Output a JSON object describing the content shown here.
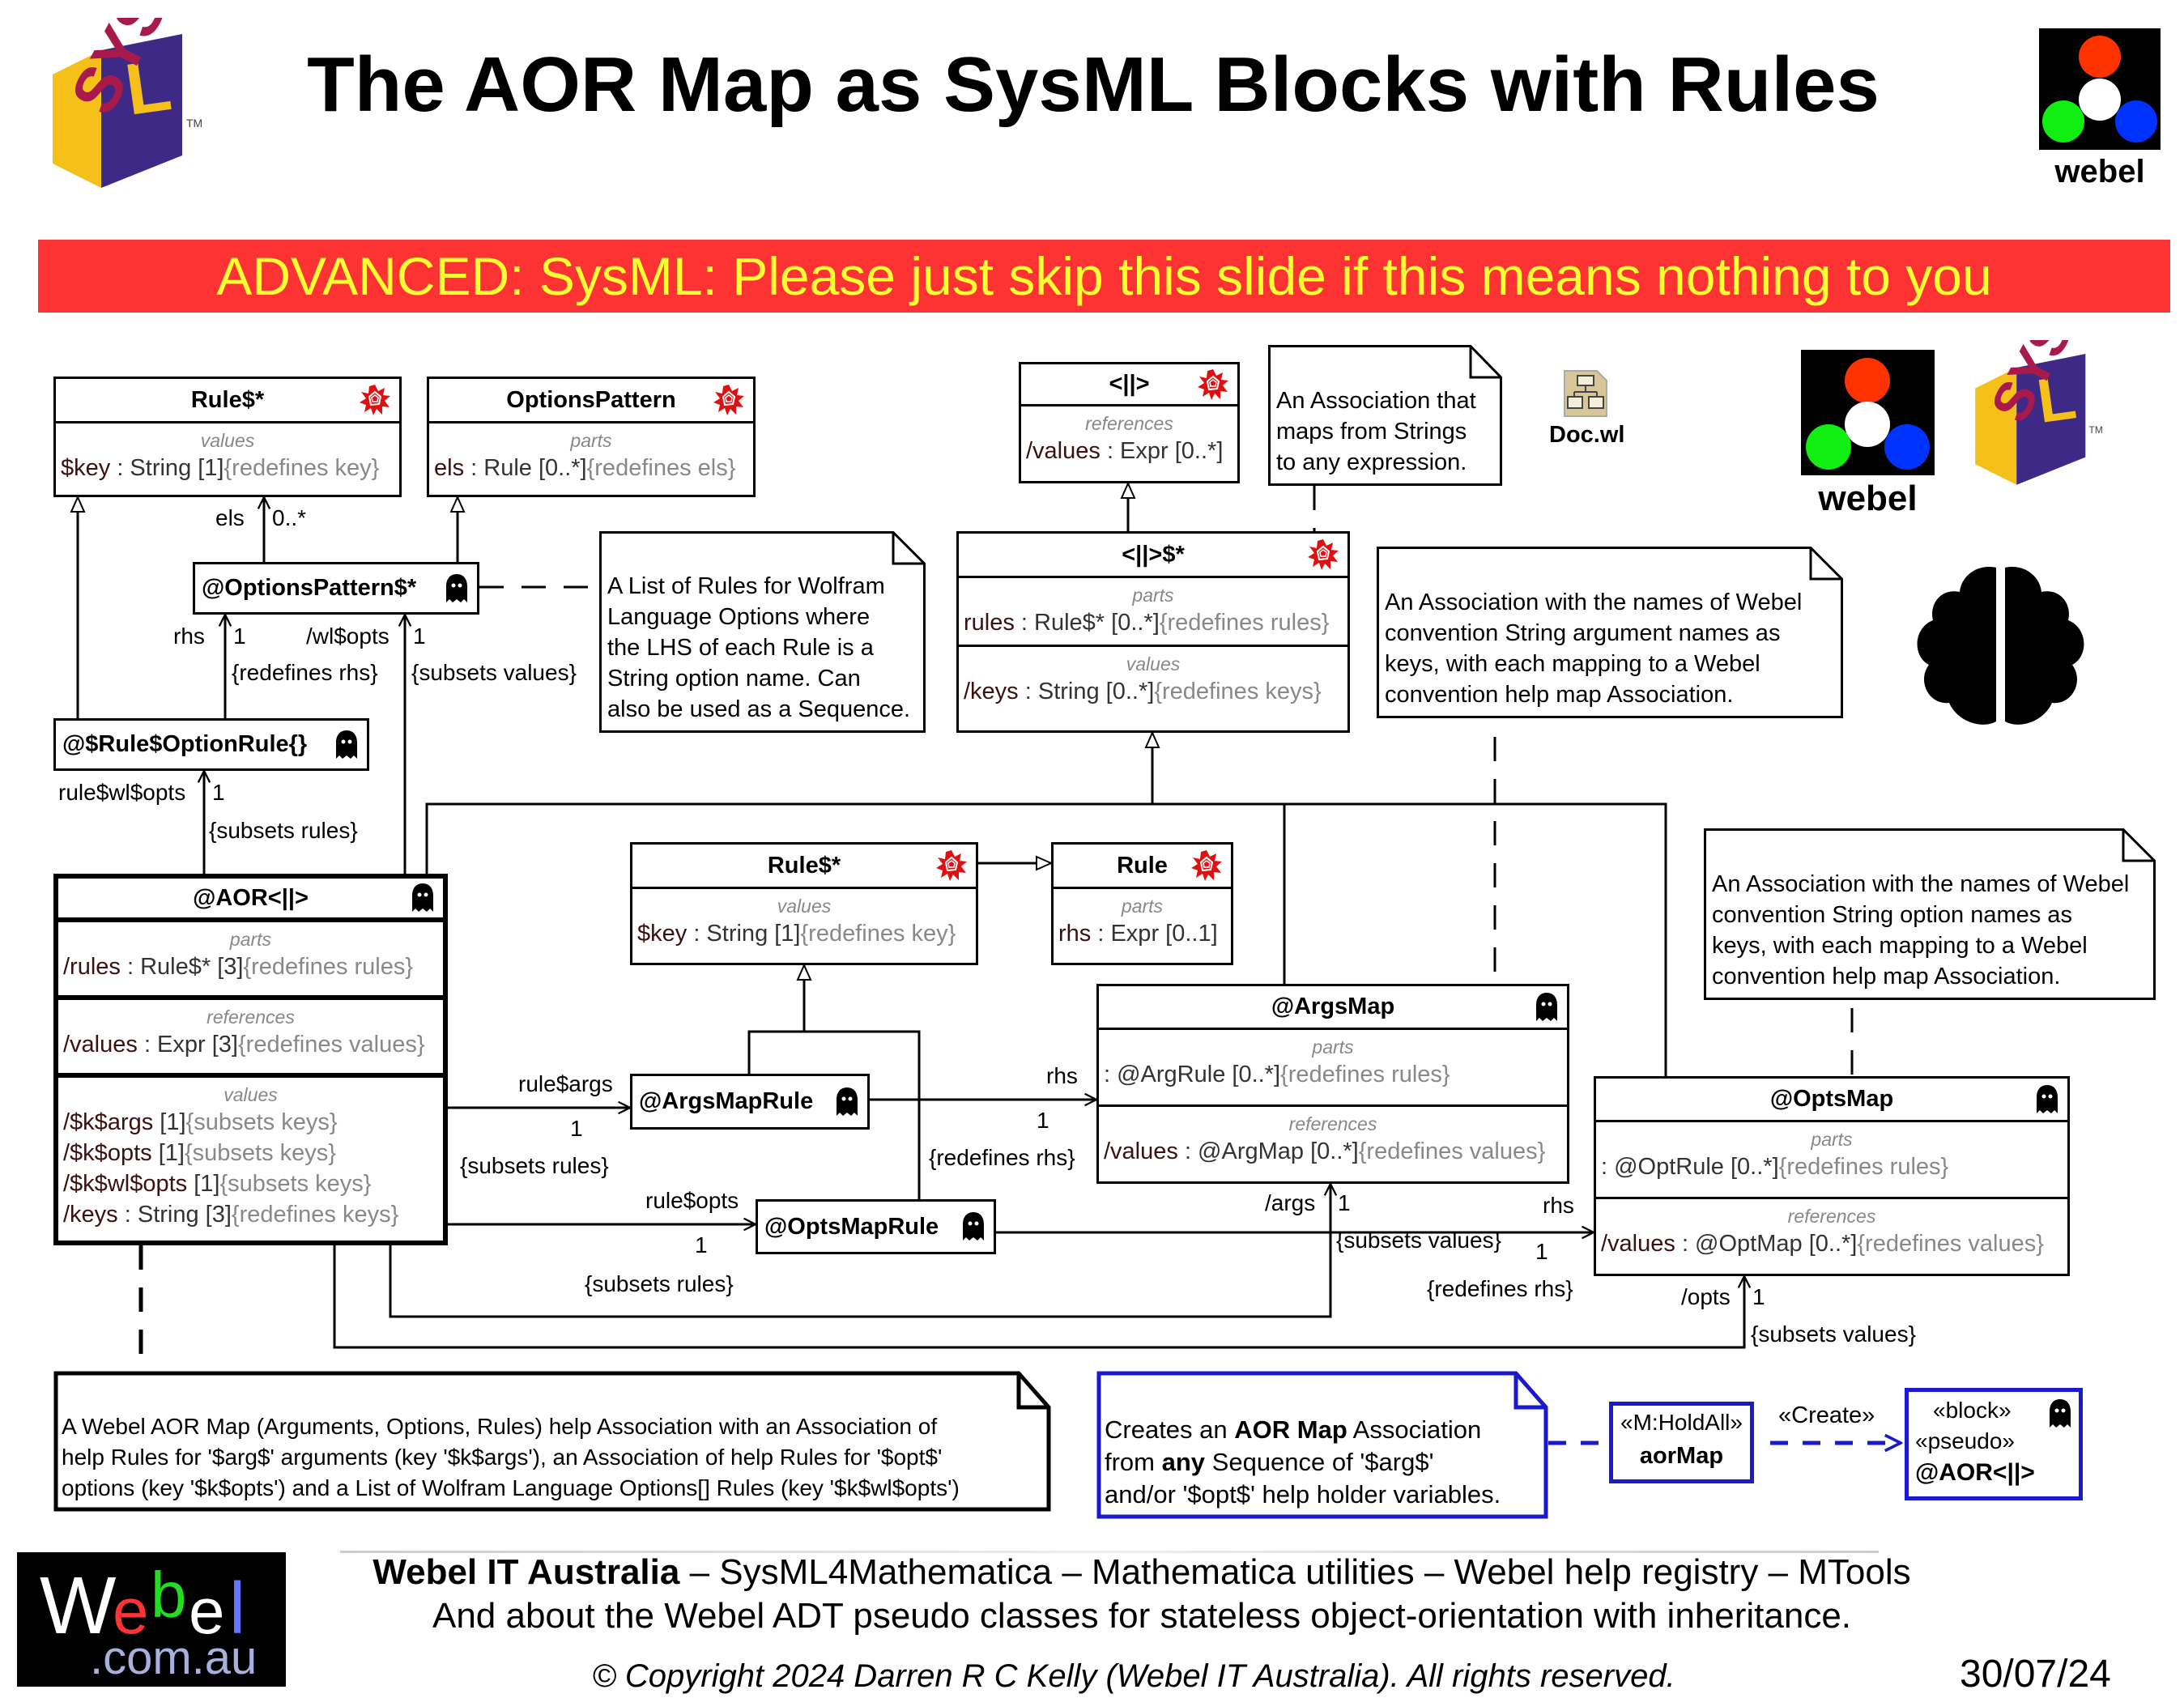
{
  "header": {
    "title": "The AOR Map as SysML Blocks with Rules",
    "banner": "ADVANCED: SysML: Please just skip this slide if this means nothing to you",
    "webel_logo_text": "webel",
    "colors": {
      "banner_bg": "#fd3333",
      "banner_text": "#ffff33",
      "note_blue": "#0000cc",
      "wolfram_red": "#dd1111"
    }
  },
  "icons": {
    "sysml_logo": "sysml-logo",
    "webel_logo": "webel-logo",
    "wolfram_icon": "wolfram-spikey-icon",
    "ghost_icon": "ghost-icon",
    "doc_icon": "diagram-doc-icon",
    "brain_icon": "brain-icon"
  },
  "doc": {
    "label": "Doc.wl"
  },
  "logo2": {
    "text": "webel"
  },
  "blocks": {
    "rule_top": {
      "name": "Rule$*",
      "compartments": [
        {
          "title": "values",
          "props": [
            {
              "name": "$key",
              "type": " : String [1]",
              "cons": "{redefines key}"
            }
          ]
        }
      ]
    },
    "options_pattern": {
      "name": "OptionsPattern",
      "compartments": [
        {
          "title": "parts",
          "props": [
            {
              "name": "els",
              "type": " : Rule [0..*]",
              "cons": "{redefines els}"
            }
          ]
        }
      ]
    },
    "at_options_pattern": {
      "name": "@OptionsPattern$*"
    },
    "rule_option_rule": {
      "name": "@$Rule$OptionRule{}"
    },
    "assoc": {
      "name": "<||>",
      "compartments": [
        {
          "title": "references",
          "props": [
            {
              "name": "/values",
              "type": " : Expr [0..*]",
              "cons": ""
            }
          ]
        }
      ]
    },
    "assoc_star": {
      "name": "<||>$*",
      "compartments": [
        {
          "title": "parts",
          "props": [
            {
              "name": "rules",
              "type": " : Rule$* [0..*]",
              "cons": "{redefines rules}"
            }
          ]
        },
        {
          "title": "values",
          "props": [
            {
              "name": "/keys",
              "type": " : String [0..*]",
              "cons": "{redefines keys}"
            }
          ]
        }
      ]
    },
    "aor": {
      "name": "@AOR<||>",
      "compartments": [
        {
          "title": "parts",
          "props": [
            {
              "name": "/rules",
              "type": " : Rule$* [3]",
              "cons": "{redefines rules}"
            }
          ]
        },
        {
          "title": "references",
          "props": [
            {
              "name": "/values",
              "type": " : Expr [3]",
              "cons": "{redefines values}"
            }
          ]
        },
        {
          "title": "values",
          "props": [
            {
              "name": "/$k$args",
              "type": " [1]",
              "cons": "{subsets keys}"
            },
            {
              "name": "/$k$opts",
              "type": " [1]",
              "cons": "{subsets keys}"
            },
            {
              "name": "/$k$wl$opts",
              "type": " [1]",
              "cons": "{subsets keys}"
            },
            {
              "name": "/keys",
              "type": " : String [3]",
              "cons": "{redefines keys}"
            }
          ]
        }
      ]
    },
    "rule_mid": {
      "name": "Rule$*",
      "compartments": [
        {
          "title": "values",
          "props": [
            {
              "name": "$key",
              "type": " : String [1]",
              "cons": "{redefines key}"
            }
          ]
        }
      ]
    },
    "rule_plain": {
      "name": "Rule",
      "compartments": [
        {
          "title": "parts",
          "props": [
            {
              "name": "rhs",
              "type": " : Expr [0..1]",
              "cons": ""
            }
          ]
        }
      ]
    },
    "args_map_rule": {
      "name": "@ArgsMapRule"
    },
    "opts_map_rule": {
      "name": "@OptsMapRule"
    },
    "args_map": {
      "name": "@ArgsMap",
      "compartments": [
        {
          "title": "parts",
          "props": [
            {
              "name": "",
              "type": " : @ArgRule [0..*]",
              "cons": "{redefines rules}"
            }
          ]
        },
        {
          "title": "references",
          "props": [
            {
              "name": "/values",
              "type": " : @ArgMap [0..*]",
              "cons": "{redefines values}"
            }
          ]
        }
      ]
    },
    "opts_map": {
      "name": "@OptsMap",
      "compartments": [
        {
          "title": "parts",
          "props": [
            {
              "name": "",
              "type": " : @OptRule [0..*]",
              "cons": "{redefines rules}"
            }
          ]
        },
        {
          "title": "references",
          "props": [
            {
              "name": "/values",
              "type": " : @OptMap [0..*]",
              "cons": "{redefines values}"
            }
          ]
        }
      ]
    },
    "aor_map_fn": {
      "stereotype": "«M:HoldAll»",
      "name": "aorMap"
    },
    "aor_pseudo": {
      "stereotypes": [
        "«block»",
        "«pseudo»"
      ],
      "name": "@AOR<||>"
    }
  },
  "notes": {
    "list_of_rules": [
      "A List of Rules for Wolfram",
      "Language Options where",
      "the LHS of each Rule is a",
      "String option name. Can",
      "also be used as a Sequence."
    ],
    "assoc_maps": [
      "An Association that",
      "maps from Strings",
      "to any expression."
    ],
    "args_assoc": [
      "An Association with the names of Webel",
      "convention String argument names as",
      "keys, with each mapping to a Webel",
      "convention help map Association."
    ],
    "opts_assoc": [
      "An Association with the names of Webel",
      "convention String option names as",
      "keys, with each mapping to a Webel",
      "convention help map Association."
    ],
    "aor_desc": [
      "A Webel AOR Map (Arguments, Options, Rules) help Association with an Association of",
      "help Rules for '$arg$' arguments (key '$k$args'), an Association of help Rules for '$opt$'",
      "options (key '$k$opts') and a List of Wolfram Language Options[] Rules (key '$k$wl$opts')"
    ],
    "creates": {
      "line1_pre": "Creates an ",
      "line1_bold": "AOR Map",
      "line1_post": " Association",
      "line2_pre": "from ",
      "line2_bold": "any",
      "line2_post": " Sequence of  '$arg$'",
      "line3": "and/or '$opt$' help holder variables."
    }
  },
  "labels": {
    "els": "els",
    "els_mult": "0..*",
    "rhs1": "rhs",
    "rhs1_mult": "1",
    "rhs1_cons": "{redefines rhs}",
    "wl_opts": "/wl$opts",
    "wl_opts_mult": "1",
    "wl_opts_cons": "{subsets values}",
    "rule_wl_opts": "rule$wl$opts",
    "rule_wl_opts_mult": "1",
    "rule_wl_opts_cons": "{subsets rules}",
    "rule_args": "rule$args",
    "rule_args_mult": "1",
    "rule_args_cons": "{subsets rules}",
    "rule_opts": "rule$opts",
    "rule_opts_mult": "1",
    "rule_opts_cons": "{subsets rules}",
    "rhs2": "rhs",
    "rhs2_mult": "1",
    "rhs2_cons": "{redefines rhs}",
    "args": "/args",
    "args_mult": "1",
    "args_cons": "{subsets values}",
    "rhs3": "rhs",
    "rhs3_mult": "1",
    "rhs3_cons": "{redefines rhs}",
    "opts": "/opts",
    "opts_mult": "1",
    "opts_cons": "{subsets values}",
    "create": "«Create»"
  },
  "footer": {
    "line1_bold": "Webel IT Australia",
    "line1_rest": "  – SysML4Mathematica – Mathematica utilities – Webel help registry – MTools",
    "line2": "And about the Webel ADT pseudo classes for stateless object-orientation with inheritance.",
    "copyright": "© Copyright 2024 Darren R C Kelly (Webel IT Australia). All rights reserved.",
    "date": "30/07/24",
    "logo_we": "W",
    "logo_e": "e",
    "logo_b": "b",
    "logo_e2": "e",
    "logo_l": "l",
    "logo_domain": ".com.au"
  }
}
